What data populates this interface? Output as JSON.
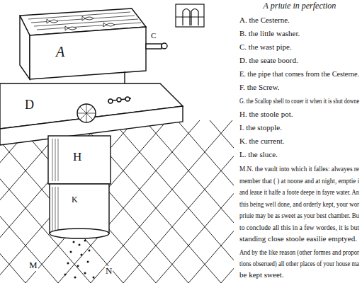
{
  "diagram": {
    "title": "A priuie in perfection",
    "labels": [
      "A",
      "C",
      "D",
      "H",
      "K",
      "M",
      "N",
      "A. the Cesterne.",
      "B. the little washer.",
      "C. the wast pipe.",
      "D. the seate boord.",
      "E. the pipe that comes from the Cesterne.",
      "F. the Screw.",
      "G. the Scallop shell to couer it when it is shut downe",
      "H. the stoole pot.",
      "I. the stopple.",
      "K. the current.",
      "L. the sluce.",
      "M.N. the vault into which it falles: alwayes re",
      "member that ( ) at noone and at night, emptie i",
      "and leaue it halfe a foote deepe in fayre water. An",
      "this being well done, and orderly kept, your wor",
      "priuie may be as sweet as your best chamber. Bu",
      "to conclude all this in a few wordes, it is but",
      "standing close stoole easilie emptyed.",
      "And by the like reason (other formes and propor",
      "tions obserued) all other places of your house ma",
      "be kept sweet."
    ]
  }
}
